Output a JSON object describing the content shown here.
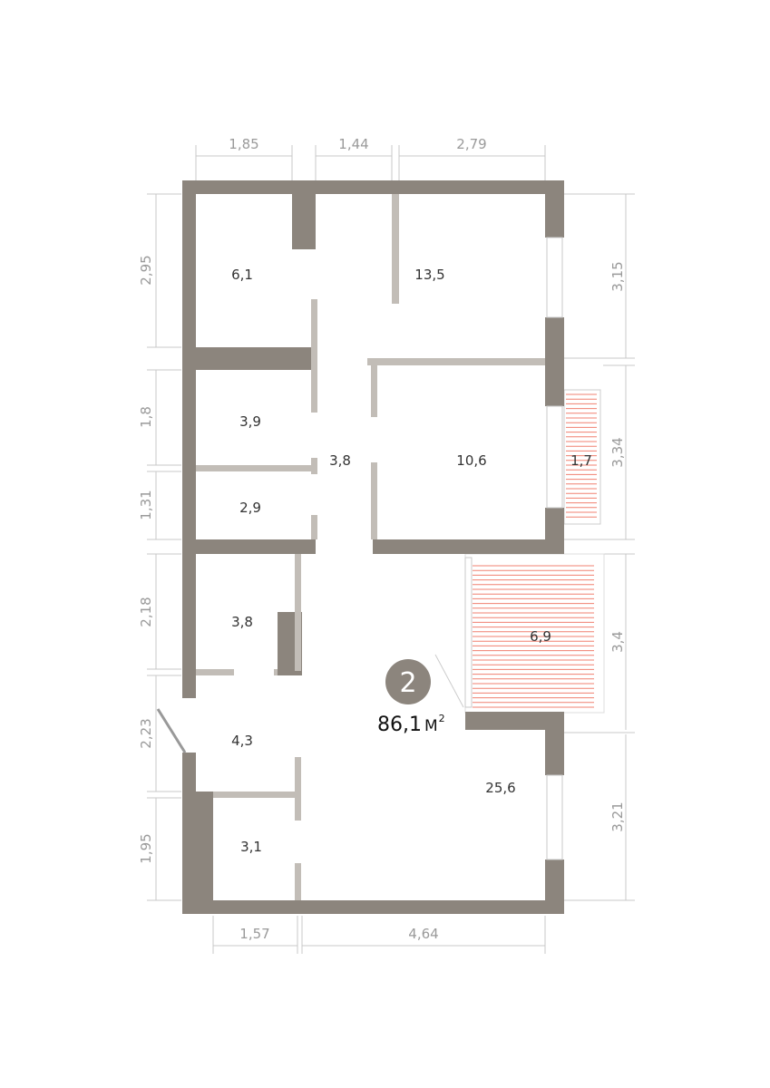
{
  "plan": {
    "rooms_count": "2",
    "total_area": "86,1",
    "area_unit": "М",
    "area_unit_sup": "2",
    "accent_color": "#8c857d",
    "balcony_hatch_color": "#f08070"
  },
  "rooms": {
    "r1": "6,1",
    "r2": "13,5",
    "r3": "3,9",
    "r4": "3,8",
    "r5": "10,6",
    "r6": "1,7",
    "r7": "2,9",
    "r8": "3,8",
    "r9": "6,9",
    "r10": "4,3",
    "r11": "25,6",
    "r12": "3,1"
  },
  "dims": {
    "top": [
      "1,85",
      "1,44",
      "2,79"
    ],
    "left": [
      "2,95",
      "1,8",
      "1,31",
      "2,18",
      "2,23",
      "1,95"
    ],
    "right": [
      "3,15",
      "3,34",
      "3,4",
      "3,21"
    ],
    "bottom": [
      "1,57",
      "4,64"
    ]
  }
}
